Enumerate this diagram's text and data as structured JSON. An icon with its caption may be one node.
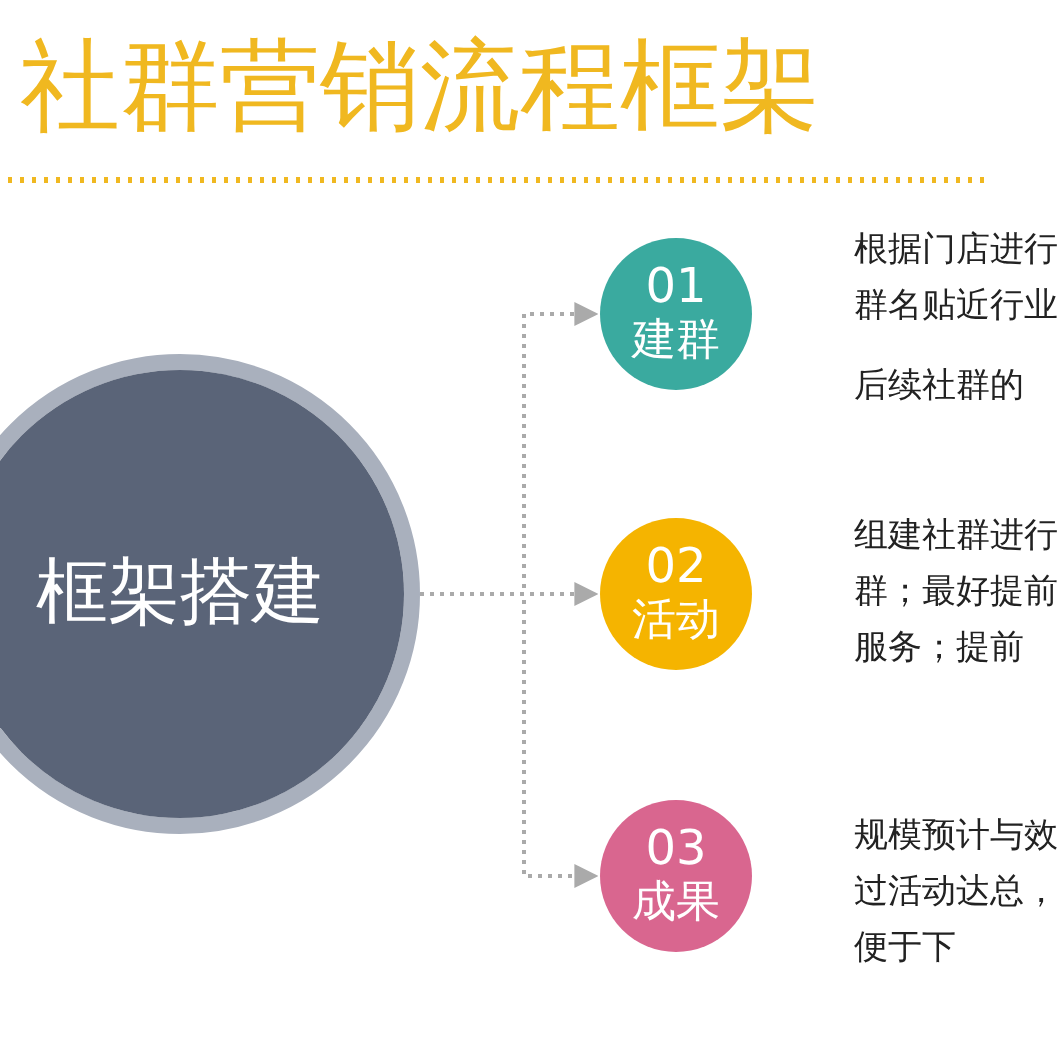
{
  "diagram": {
    "title": "社群营销流程框架",
    "nodes": [
      {
        "text": [
          "框架搭建"
        ]
      },
      {
        "text": [
          "01",
          "建群"
        ],
        "beside": [
          "根据门店进行群名贴近行业",
          "后续社群的"
        ]
      },
      {
        "text": [
          "02",
          "活动"
        ],
        "beside": [
          "组建社群进行群；最好提前服务；提前"
        ]
      },
      {
        "text": [
          "03",
          "成果"
        ],
        "beside": [
          "规模预计与效过活动达总，便于下"
        ]
      }
    ],
    "edges": [
      {
        "from": 0,
        "to": 1,
        "arrow": "to",
        "style": "dashed"
      },
      {
        "from": 0,
        "to": 2,
        "arrow": "to",
        "style": "dashed"
      },
      {
        "from": 0,
        "to": 3,
        "arrow": "to",
        "style": "dashed"
      }
    ]
  }
}
